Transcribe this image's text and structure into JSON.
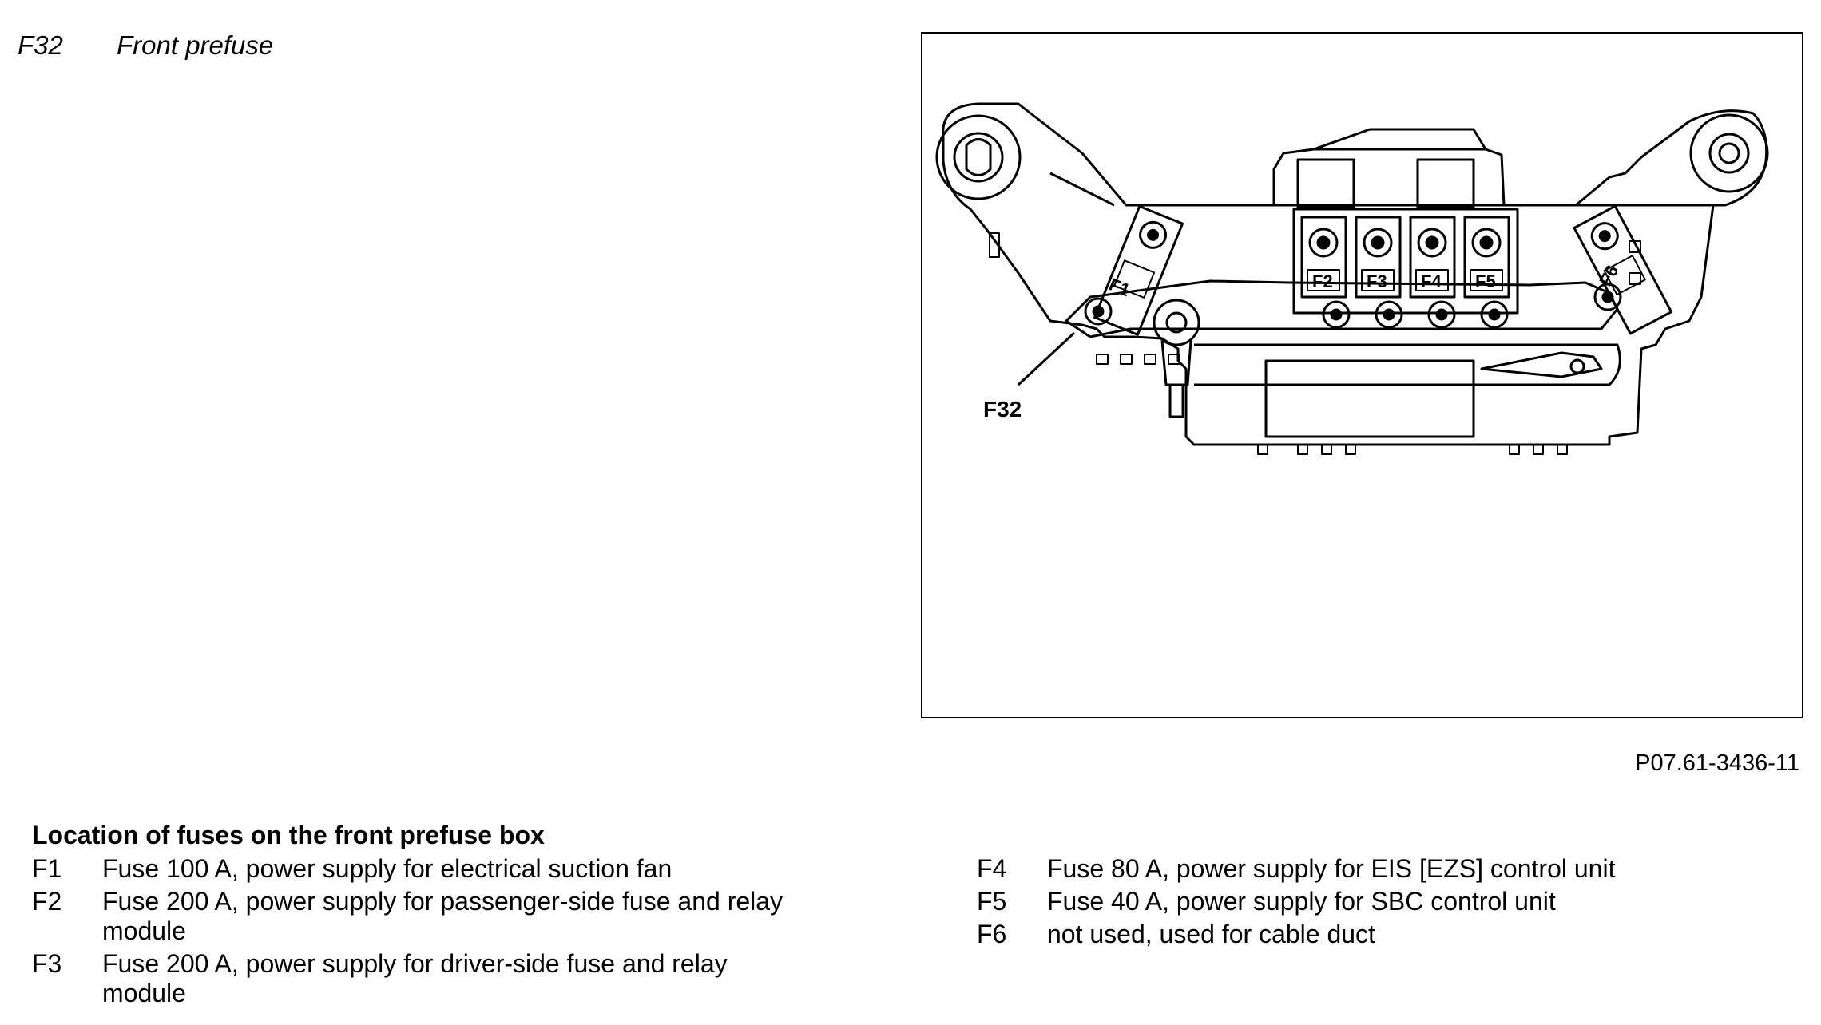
{
  "header": {
    "code": "F32",
    "title": "Front prefuse"
  },
  "figure": {
    "callout_label": "F32",
    "fuse_labels": [
      "F1",
      "F2",
      "F3",
      "F4",
      "F5",
      "F6"
    ],
    "reference": "P07.61-3436-11"
  },
  "legend": {
    "heading": "Location of fuses on the front prefuse box",
    "left": [
      {
        "code": "F1",
        "desc": "Fuse 100 A, power supply for electrical suction fan"
      },
      {
        "code": "F2",
        "desc": "Fuse 200 A, power supply for passenger-side fuse and relay module"
      },
      {
        "code": "F3",
        "desc": "Fuse 200 A, power supply for driver-side fuse and relay module"
      }
    ],
    "right": [
      {
        "code": "F4",
        "desc": "Fuse 80 A, power supply for EIS [EZS] control unit"
      },
      {
        "code": "F5",
        "desc": "Fuse 40 A, power supply for SBC control unit"
      },
      {
        "code": "F6",
        "desc": "not used, used for cable duct"
      }
    ]
  }
}
